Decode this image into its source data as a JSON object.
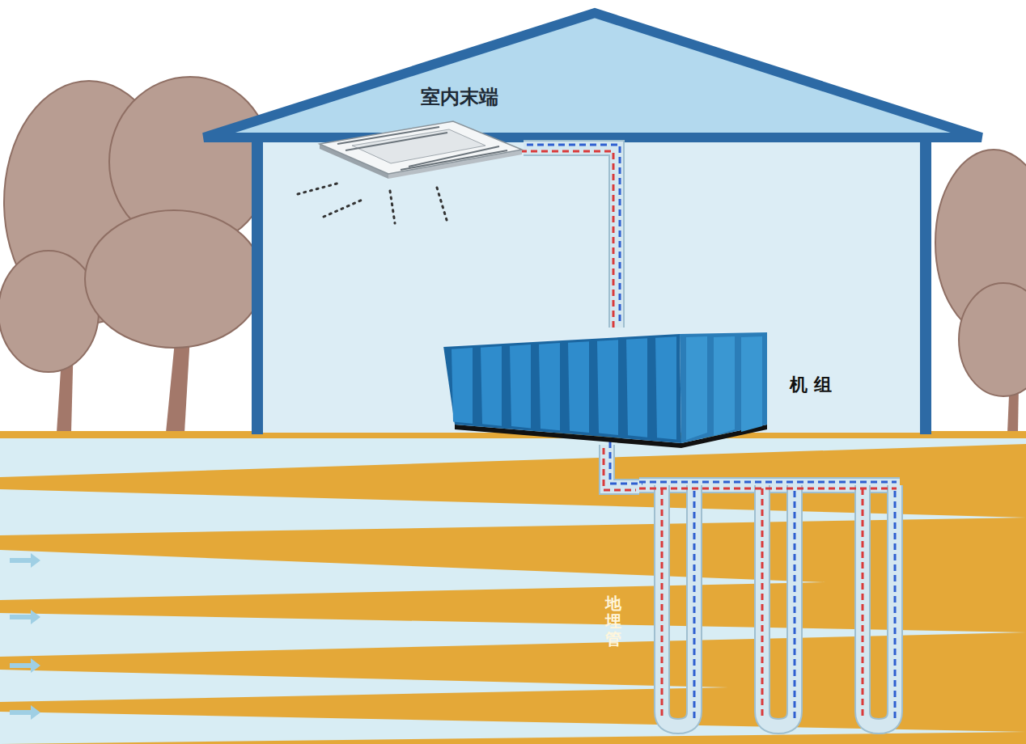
{
  "diagram": {
    "nodes": [
      {
        "text": [
          "室内末端"
        ]
      },
      {
        "text": [
          "机组"
        ]
      },
      {
        "text": [
          "地埋管"
        ]
      }
    ],
    "edges": [
      {
        "from": 0,
        "to": 1,
        "arrow": "none"
      },
      {
        "from": 1,
        "to": 2,
        "arrow": "none"
      }
    ]
  }
}
